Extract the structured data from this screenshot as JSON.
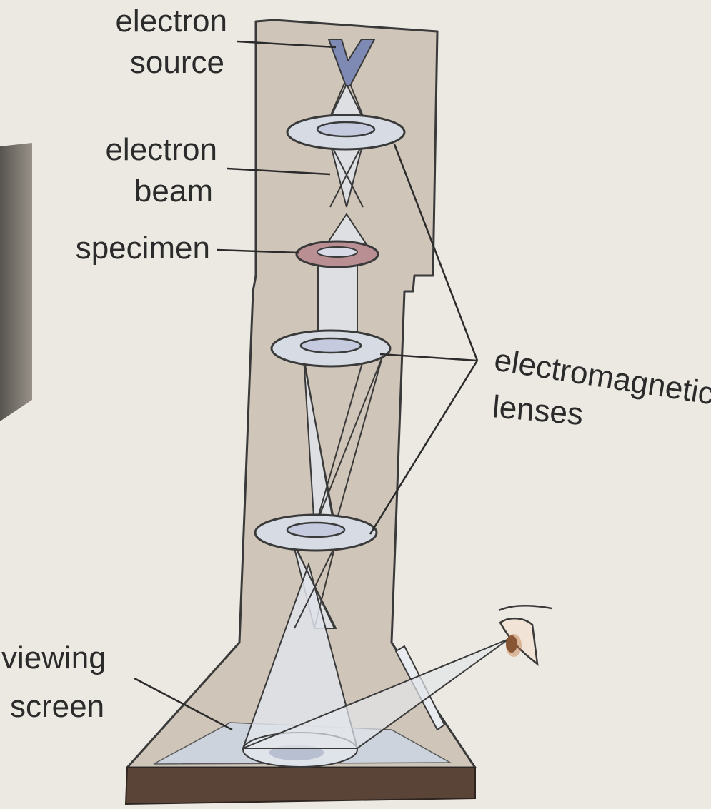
{
  "labels": {
    "source_line1": "electron",
    "source_line2": "source",
    "beam_line1": "electron",
    "beam_line2": "beam",
    "specimen": "specimen",
    "lenses_line1": "electromagnetic",
    "lenses_line2": "lenses",
    "screen_line1": "viewing",
    "screen_line2": "screen"
  },
  "colors": {
    "page": "#ece9e2",
    "column": "#cfc5b9",
    "lens": "#d6dbe4",
    "beam": "#dfe3ea",
    "source": "#7e8ab4",
    "specimen": "#b98f94",
    "base": "#5a4438"
  }
}
